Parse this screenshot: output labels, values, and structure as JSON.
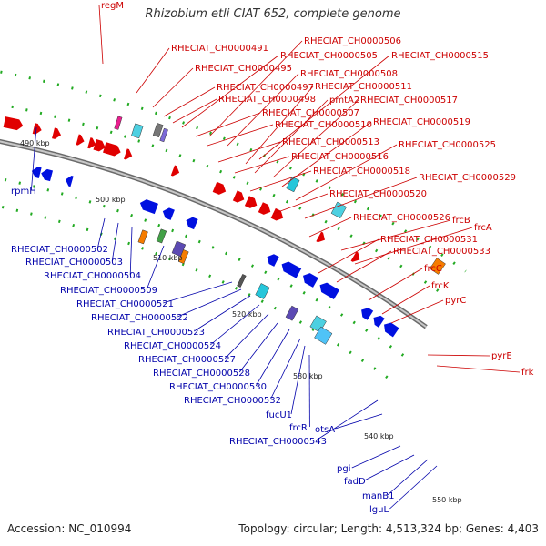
{
  "title": "Rhizobium etli CIAT 652, complete genome",
  "footer": {
    "accession": "Accession: NC_010994",
    "summary": "Topology: circular; Length: 4,513,324 bp; Genes: 4,403"
  },
  "colors": {
    "forward": "#e00000",
    "reverse": "#0010e0",
    "backbone": "#888888"
  },
  "scale_ticks": [
    "490 kbp",
    "500 kbp",
    "510 kbp",
    "520 kbp",
    "530 kbp",
    "540 kbp",
    "550 kbp"
  ],
  "top_labels": [
    "regM",
    "RHECIAT_CH0000491",
    "RHECIAT_CH0000495",
    "RHECIAT_CH0000506",
    "RHECIAT_CH0000505",
    "RHECIAT_CH0000515",
    "RHECIAT_CH0000508",
    "RHECIAT_CH0000497",
    "RHECIAT_CH0000511",
    "RHECIAT_CH0000498",
    "pmtA2",
    "RHECIAT_CH0000517",
    "RHECIAT_CH0000507",
    "RHECIAT_CH0000510",
    "RHECIAT_CH0000519",
    "RHECIAT_CH0000513",
    "RHECIAT_CH0000525",
    "RHECIAT_CH0000516",
    "RHECIAT_CH0000518",
    "RHECIAT_CH0000529",
    "RHECIAT_CH0000520",
    "RHECIAT_CH0000526",
    "frcB",
    "frcA",
    "RHECIAT_CH0000531",
    "RHECIAT_CH0000533",
    "frcC",
    "frcK",
    "pyrC",
    "pyrE",
    "frk"
  ],
  "bottom_labels": [
    "rpmH",
    "RHECIAT_CH0000502",
    "RHECIAT_CH0000503",
    "RHECIAT_CH0000504",
    "RHECIAT_CH0000509",
    "RHECIAT_CH0000521",
    "RHECIAT_CH0000522",
    "RHECIAT_CH0000523",
    "RHECIAT_CH0000524",
    "RHECIAT_CH0000527",
    "RHECIAT_CH0000528",
    "RHECIAT_CH0000530",
    "RHECIAT_CH0000532",
    "fucU1",
    "frcR",
    "RHECIAT_CH0000543",
    "otsA",
    "pgi",
    "fadD",
    "manB1",
    "lguL"
  ]
}
